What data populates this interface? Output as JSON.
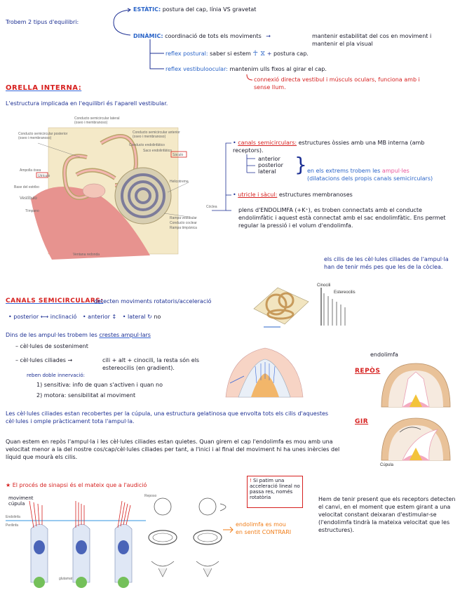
{
  "intro": {
    "lead": "Trobem 2 tipus d'equilibri:",
    "estatic_label": "ESTÀTIC:",
    "estatic_text": "postura del cap, línia VS gravetat",
    "dinamic_label": "DINÀMIC:",
    "dinamic_text": "coordinació de tots els moviments",
    "dinamic_result": "mantenir estabilitat del cos en moviment i mantenir el pla visual",
    "reflex_postural_label": "reflex postural:",
    "reflex_postural_text": "saber si estem",
    "reflex_postural_result": "postura cap.",
    "reflex_vest_label": "reflex vestibuloocular:",
    "reflex_vest_text": "mantenim ulls fixos al girar el cap.",
    "reflex_vest_note": "connexió directa vestibul i músculs oculars, funciona amb i sense llum."
  },
  "orella": {
    "title": "ORELLA INTERNA:",
    "intro": "L'estructura implicada en l'equilibri és l'aparell vestibular.",
    "canals_label": "canals semicirculars:",
    "canals_text": "estructures òssies amb una MB interna (amb receptors).",
    "canals_list": [
      "anterior",
      "posterior",
      "lateral"
    ],
    "canals_extrem": "en els extrems trobem les",
    "ampulles": "ampul·les",
    "ampulles_note": "(dilatacions dels propis canals semicirculars)",
    "utricle_label": "utricle i sàcul:",
    "utricle_text": "estructures membranoses",
    "endolimfa_text": "plens d'ENDOLIMFA (+K⁺), es troben connectats amb el conducte endolimfàtic i aquest està connectat amb el sac endolimfàtic. Ens permet regular la pressió i el volum d'endolimfa.",
    "cilis_note": "els cilis de les cèl·lules ciliades de l'ampul·la han de tenir més pes que les de la còclea."
  },
  "figure_labels": {
    "lateral": "Conducto semicircular lateral (oseo i membranoso)",
    "posterior": "Conducto semicircular posterior (oseo i membranoso)",
    "anterior": "Conducto semicircular anterior (oseo i membranoso)",
    "endolinfatico": "Conducto endolinfático",
    "saco": "Saco endolinfático",
    "utriculo": "Utrículo",
    "sáculo": "Sáculo",
    "ampolla": "Ampolla ósea",
    "base_estribo": "Base del estribo",
    "vestibulo": "Vestíbulo",
    "timpano": "Tímpano",
    "ventana": "Ventana redonda",
    "helicotrema": "Helicotrema",
    "rampa_vest": "Rampa vestibular",
    "conducto_coclear": "Conducto coclear",
    "rampa_timp": "Rampa timpánica",
    "coclea": "Cóclea",
    "cinocili": "Cinocili",
    "estereocilis": "Estereocilis"
  },
  "canals": {
    "title": "CANALS SEMICIRCULARS:",
    "detect": "detecten moviments rotatoris/acceleració",
    "posterior": "posterior",
    "inclinacio": "inclinació",
    "anterior": "anterior",
    "lateral": "lateral",
    "no": "no",
    "crestes_intro": "Dins de les ampul·les trobem les",
    "crestes": "crestes ampul·lars",
    "cel_sost": "cèl·lules de sosteniment",
    "cel_cil": "cèl·lules ciliades",
    "cel_cil_formula": "cili + alt + cinocili, la resta són els estereocilis (en gradient).",
    "innervacio": "reben doble innervació:",
    "sensitiva": "1) sensitiva: info de quan s'activen i quan no",
    "motora": "2) motora: sensibilitat al moviment",
    "repos": "REPÒS",
    "gir": "GIR",
    "endolimfa": "endolimfa",
    "cupula_fig": "Cúpula",
    "para1": "Les cèl·lules ciliades estan recobertes per la cúpula, una estructura gelatinosa que envolta tots els cilis d'aquestes cèl·lules i omple pràcticament tota l'ampul·la.",
    "para2": "Quan estem en repòs l'ampul·la i les cèl·lules ciliades estan quietes. Quan girem el cap l'endolimfa es mou amb una velocitat menor a la del nostre cos/cap/cèl·lules ciliades per tant, a l'inici i al final del moviment hi ha unes inèrcies del líquid que mourà els cilis.",
    "sinapsi": "El procés de sinapsi és el mateix que a l'audició",
    "warning": "Si patim una acceleració lineal no passa res, només rotatòria",
    "moviment_cupula": "moviment cúpula",
    "endolimfa_contrari": "endolimfa es mou en sentit CONTRARI",
    "final_para": "Hem de tenir present que els receptors detecten el canvi, en el moment que estem girant a una velocitat constant deixaran d'estimular-se (l'endolimfa tindrà la mateixa velocitat que les estructures).",
    "fig_endolinfa": "Endolinfa",
    "fig_perilinfa": "Perilinfa",
    "fig_glutamat": "glutamat",
    "fig_reposo": "Reposo"
  },
  "colors": {
    "ink_blue": "#1c2f93",
    "red": "#d6201f",
    "pink": "#e9559b",
    "orange": "#f07d18",
    "green": "#7cbf2a"
  }
}
